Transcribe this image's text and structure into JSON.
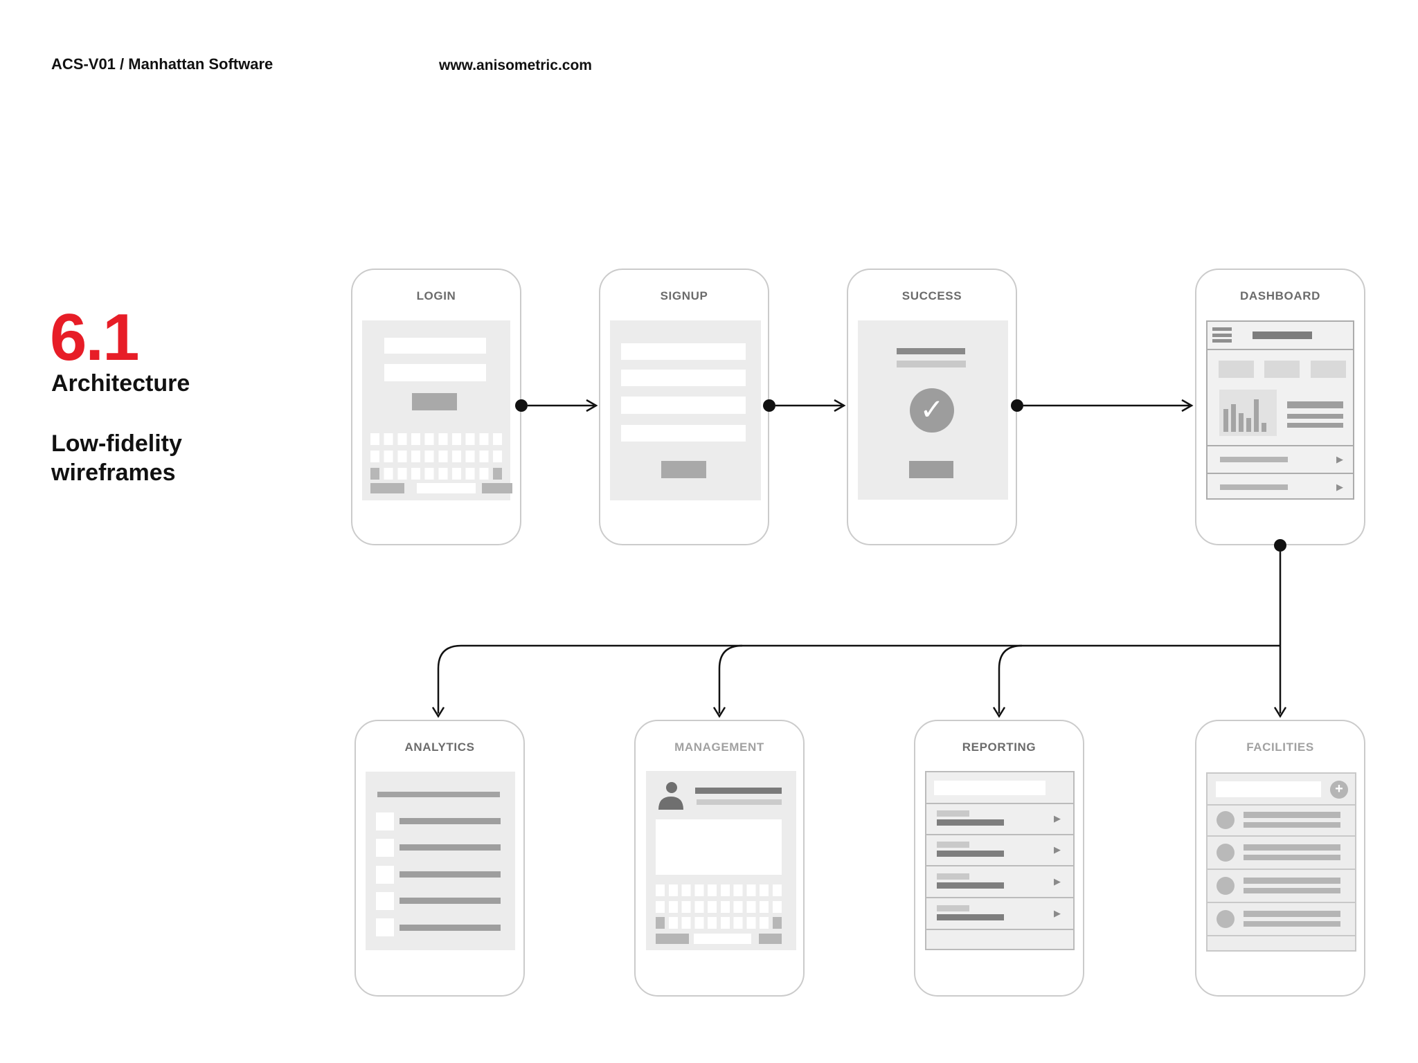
{
  "header": {
    "brand": "ACS-V01 / Manhattan Software",
    "url": "www.anisometric.com"
  },
  "section": {
    "number": "6.1",
    "title": "Architecture",
    "subtitle": "Low-fidelity\nwireframes"
  },
  "phones": {
    "login": {
      "title": "LOGIN"
    },
    "signup": {
      "title": "SIGNUP"
    },
    "success": {
      "title": "SUCCESS"
    },
    "dashboard": {
      "title": "DASHBOARD"
    },
    "analytics": {
      "title": "ANALYTICS"
    },
    "management": {
      "title": "MANAGEMENT"
    },
    "reporting": {
      "title": "REPORTING"
    },
    "facilities": {
      "title": "FACILITIES"
    }
  },
  "icons": {
    "check": "✓",
    "plus": "+",
    "chevron_right": "▶"
  },
  "colors": {
    "accent_red": "#e71d27",
    "connector_black": "#111111",
    "phone_border": "#cbcbcb",
    "screen_fill": "#ececec",
    "title_gray_dark": "#6b6b6b",
    "title_gray_light": "#a1a1a1"
  }
}
